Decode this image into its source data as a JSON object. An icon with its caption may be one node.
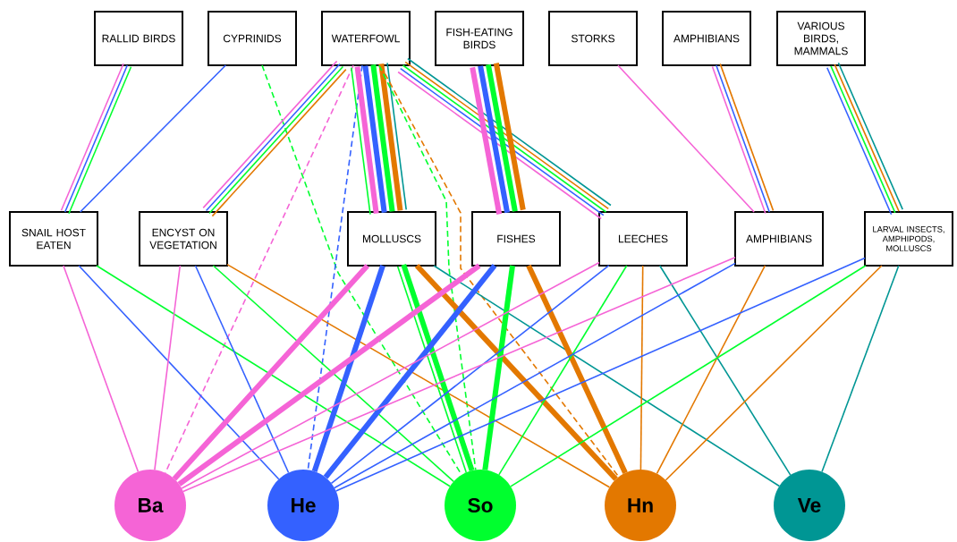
{
  "diagram": {
    "nodes": [
      {
        "text": [
          "RALLID BIRDS"
        ]
      },
      {
        "text": [
          "CYPRINIDS"
        ]
      },
      {
        "text": [
          "WATERFOWL"
        ]
      },
      {
        "text": [
          "FISH-EATING BIRDS"
        ]
      },
      {
        "text": [
          "STORKS"
        ]
      },
      {
        "text": [
          "AMPHIBIANS"
        ]
      },
      {
        "text": [
          "VARIOUS BIRDS, MAMMALS"
        ]
      },
      {
        "text": [
          "SNAIL HOST EATEN"
        ]
      },
      {
        "text": [
          "ENCYST ON VEGETATION"
        ]
      },
      {
        "text": [
          "MOLLUSCS"
        ]
      },
      {
        "text": [
          "FISHES"
        ]
      },
      {
        "text": [
          "LEECHES"
        ]
      },
      {
        "text": [
          "AMPHIBIANS"
        ]
      },
      {
        "text": [
          "LARVAL INSECTS, AMPHIPODS, MOLLUSCS"
        ]
      },
      {
        "text": [
          "Ba"
        ]
      },
      {
        "text": [
          "He"
        ]
      },
      {
        "text": [
          "So"
        ]
      },
      {
        "text": [
          "Hn"
        ]
      },
      {
        "text": [
          "Ve"
        ]
      }
    ],
    "edges": [
      {
        "from": 0,
        "to": 7,
        "arrow": "none",
        "color": "#f564d6"
      },
      {
        "from": 0,
        "to": 7,
        "arrow": "none",
        "color": "#3461ff"
      },
      {
        "from": 0,
        "to": 7,
        "arrow": "none",
        "color": "#00ff2e"
      },
      {
        "from": 1,
        "to": 7,
        "arrow": "none",
        "color": "#3461ff"
      },
      {
        "from": 1,
        "to": 16,
        "arrow": "none",
        "color": "#00ff2e",
        "style": "dashed"
      },
      {
        "from": 2,
        "to": 8,
        "arrow": "none",
        "color": "#f564d6"
      },
      {
        "from": 2,
        "to": 8,
        "arrow": "none",
        "color": "#3461ff"
      },
      {
        "from": 2,
        "to": 8,
        "arrow": "none",
        "color": "#00ff2e"
      },
      {
        "from": 2,
        "to": 8,
        "arrow": "none",
        "color": "#e37800"
      },
      {
        "from": 2,
        "to": 14,
        "arrow": "none",
        "color": "#f564d6",
        "style": "dashed"
      },
      {
        "from": 2,
        "to": 15,
        "arrow": "none",
        "color": "#3461ff",
        "style": "dashed"
      },
      {
        "from": 2,
        "to": 9,
        "arrow": "none",
        "color": "#00ff2e"
      },
      {
        "from": 2,
        "to": 9,
        "arrow": "none",
        "color": "#f564d6",
        "style": "thick"
      },
      {
        "from": 2,
        "to": 9,
        "arrow": "none",
        "color": "#3461ff",
        "style": "thick"
      },
      {
        "from": 2,
        "to": 9,
        "arrow": "none",
        "color": "#00ff2e",
        "style": "thick"
      },
      {
        "from": 2,
        "to": 9,
        "arrow": "none",
        "color": "#e37800",
        "style": "thick"
      },
      {
        "from": 2,
        "to": 9,
        "arrow": "none",
        "color": "#009694"
      },
      {
        "from": 2,
        "to": 17,
        "arrow": "none",
        "color": "#e37800",
        "style": "dashed"
      },
      {
        "from": 2,
        "to": 16,
        "arrow": "none",
        "color": "#00ff2e",
        "style": "dashed"
      },
      {
        "from": 2,
        "to": 11,
        "arrow": "none",
        "color": "#f564d6"
      },
      {
        "from": 2,
        "to": 11,
        "arrow": "none",
        "color": "#3461ff"
      },
      {
        "from": 2,
        "to": 11,
        "arrow": "none",
        "color": "#00ff2e"
      },
      {
        "from": 2,
        "to": 11,
        "arrow": "none",
        "color": "#e37800"
      },
      {
        "from": 2,
        "to": 11,
        "arrow": "none",
        "color": "#009694"
      },
      {
        "from": 3,
        "to": 10,
        "arrow": "none",
        "color": "#f564d6",
        "style": "thick"
      },
      {
        "from": 3,
        "to": 10,
        "arrow": "none",
        "color": "#3461ff",
        "style": "thick"
      },
      {
        "from": 3,
        "to": 10,
        "arrow": "none",
        "color": "#00ff2e",
        "style": "thick"
      },
      {
        "from": 3,
        "to": 10,
        "arrow": "none",
        "color": "#e37800",
        "style": "thick"
      },
      {
        "from": 4,
        "to": 12,
        "arrow": "none",
        "color": "#f564d6"
      },
      {
        "from": 5,
        "to": 12,
        "arrow": "none",
        "color": "#f564d6"
      },
      {
        "from": 5,
        "to": 12,
        "arrow": "none",
        "color": "#3461ff"
      },
      {
        "from": 5,
        "to": 12,
        "arrow": "none",
        "color": "#e37800"
      },
      {
        "from": 6,
        "to": 13,
        "arrow": "none",
        "color": "#3461ff"
      },
      {
        "from": 6,
        "to": 13,
        "arrow": "none",
        "color": "#00ff2e"
      },
      {
        "from": 6,
        "to": 13,
        "arrow": "none",
        "color": "#e37800"
      },
      {
        "from": 6,
        "to": 13,
        "arrow": "none",
        "color": "#009694"
      },
      {
        "from": 7,
        "to": 14,
        "arrow": "none",
        "color": "#f564d6"
      },
      {
        "from": 7,
        "to": 15,
        "arrow": "none",
        "color": "#3461ff"
      },
      {
        "from": 7,
        "to": 16,
        "arrow": "none",
        "color": "#00ff2e"
      },
      {
        "from": 8,
        "to": 14,
        "arrow": "none",
        "color": "#f564d6"
      },
      {
        "from": 8,
        "to": 15,
        "arrow": "none",
        "color": "#3461ff"
      },
      {
        "from": 8,
        "to": 16,
        "arrow": "none",
        "color": "#00ff2e"
      },
      {
        "from": 8,
        "to": 17,
        "arrow": "none",
        "color": "#e37800"
      },
      {
        "from": 9,
        "to": 14,
        "arrow": "none",
        "color": "#f564d6",
        "style": "thick"
      },
      {
        "from": 9,
        "to": 15,
        "arrow": "none",
        "color": "#3461ff",
        "style": "thick"
      },
      {
        "from": 9,
        "to": 16,
        "arrow": "none",
        "color": "#00ff2e"
      },
      {
        "from": 9,
        "to": 16,
        "arrow": "none",
        "color": "#00ff2e",
        "style": "thick"
      },
      {
        "from": 9,
        "to": 17,
        "arrow": "none",
        "color": "#e37800",
        "style": "thick"
      },
      {
        "from": 9,
        "to": 18,
        "arrow": "none",
        "color": "#009694"
      },
      {
        "from": 10,
        "to": 14,
        "arrow": "none",
        "color": "#f564d6",
        "style": "thick"
      },
      {
        "from": 10,
        "to": 15,
        "arrow": "none",
        "color": "#3461ff",
        "style": "thick"
      },
      {
        "from": 10,
        "to": 16,
        "arrow": "none",
        "color": "#00ff2e",
        "style": "thick"
      },
      {
        "from": 10,
        "to": 17,
        "arrow": "none",
        "color": "#e37800",
        "style": "thick"
      },
      {
        "from": 11,
        "to": 14,
        "arrow": "none",
        "color": "#f564d6"
      },
      {
        "from": 11,
        "to": 15,
        "arrow": "none",
        "color": "#3461ff"
      },
      {
        "from": 11,
        "to": 16,
        "arrow": "none",
        "color": "#00ff2e"
      },
      {
        "from": 11,
        "to": 17,
        "arrow": "none",
        "color": "#e37800"
      },
      {
        "from": 11,
        "to": 18,
        "arrow": "none",
        "color": "#009694"
      },
      {
        "from": 12,
        "to": 14,
        "arrow": "none",
        "color": "#f564d6"
      },
      {
        "from": 12,
        "to": 15,
        "arrow": "none",
        "color": "#3461ff"
      },
      {
        "from": 12,
        "to": 17,
        "arrow": "none",
        "color": "#e37800"
      },
      {
        "from": 13,
        "to": 15,
        "arrow": "none",
        "color": "#3461ff"
      },
      {
        "from": 13,
        "to": 16,
        "arrow": "none",
        "color": "#00ff2e"
      },
      {
        "from": 13,
        "to": 17,
        "arrow": "none",
        "color": "#e37800"
      },
      {
        "from": 13,
        "to": 18,
        "arrow": "none",
        "color": "#009694"
      }
    ]
  }
}
